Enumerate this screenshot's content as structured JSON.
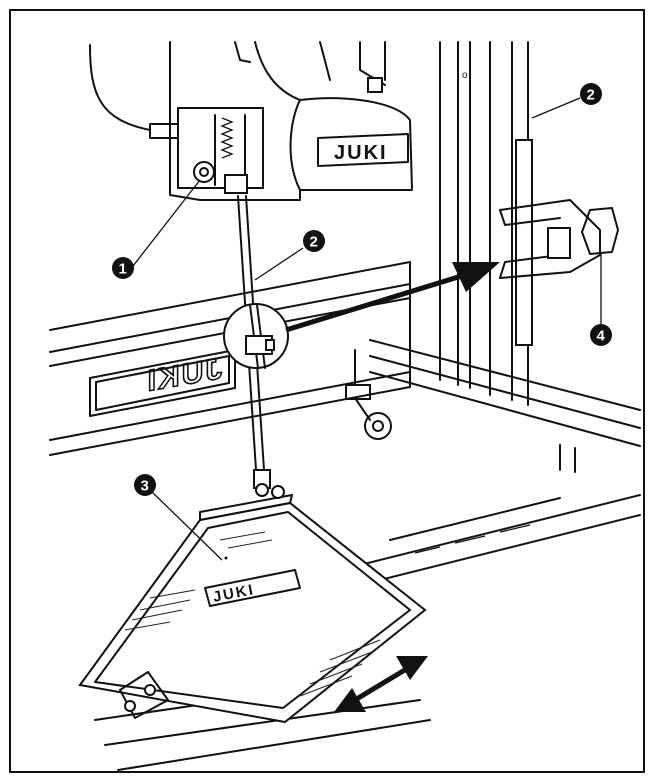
{
  "brand": {
    "machine_logo": "JUKI",
    "table_logo": "JUKI",
    "pedal_logo": "JUKI"
  },
  "callouts": {
    "c1": "1",
    "c2_rod": "2",
    "c2_top": "2",
    "c3": "3",
    "c4": "4"
  },
  "colors": {
    "ink": "#111111",
    "paper": "#ffffff"
  }
}
